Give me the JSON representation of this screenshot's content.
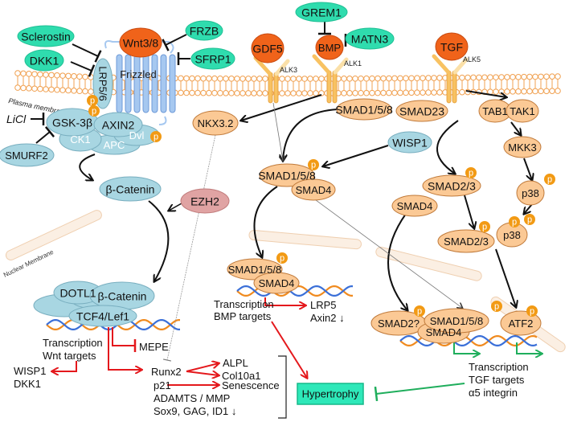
{
  "colors": {
    "inhibitor_teal": "#2fdcae",
    "ligand_orange": "#f0631a",
    "smad_peach": "#fbc995",
    "wnt_blue": "#a8d6e2",
    "ezh2_pink": "#e0a3a3",
    "phospho": "#f29a14",
    "receptor_yellow": "#f8c262",
    "frizzled_blue": "#a6c8f0",
    "red_arrow": "#e4181c",
    "green_arrow": "#1fae5c",
    "hypertrophy_box": "#2ee8b9"
  },
  "phospho_label": "p",
  "membranes": {
    "plasma": "Plasma membrane",
    "nuclear": "Nuclear Membrane"
  },
  "nodes": {
    "sclerostin": "Sclerostin",
    "dkk1": "DKK1",
    "wnt": "Wnt3/8",
    "frzb": "FRZB",
    "sfrp1": "SFRP1",
    "frizzled": "Frizzled",
    "lrp": "LRP5/6",
    "gsk": "GSK-3β",
    "axin2": "AXIN2",
    "ck1": "CK1",
    "apc": "APC",
    "dvl": "Dvl",
    "licl": "LiCl",
    "smurf2": "SMURF2",
    "bcat": "β-Catenin",
    "ezh2": "EZH2",
    "gdf5": "GDF5",
    "alk3": "ALK3",
    "grem1": "GREM1",
    "bmp": "BMP",
    "matn3": "MATN3",
    "alk1": "ALK1",
    "tgf": "TGF",
    "alk5": "ALK5",
    "nkx": "NKX3.2",
    "smad158_a": "SMAD1/5/8",
    "smad23_a": "SMAD23",
    "tab1": "TAB1",
    "tak1": "TAK1",
    "mkk3": "MKK3",
    "wisp1": "WISP1",
    "smad158_b": "SMAD1/5/8",
    "smad4_b": "SMAD4",
    "smad23_b": "SMAD2/3",
    "smad4_c": "SMAD4",
    "p38_a": "p38",
    "smad23_c": "SMAD2/3",
    "p38_b": "p38",
    "dotl1": "DOTL1",
    "bcat_n": "β-Catenin",
    "tcf": "TCF4/Lef1",
    "smad158_n": "SMAD1/5/8",
    "smad4_n": "SMAD4",
    "smad23_n": "SMAD2?",
    "smad4_n2": "SMAD4",
    "smad158_n2": "SMAD1/5/8",
    "atf2": "ATF2"
  },
  "texts": {
    "wnt_tx_1": "Transcription",
    "wnt_tx_2": "Wnt targets",
    "mepe": "MEPE",
    "wisp1_t": "WISP1",
    "dkk1_t": "DKK1",
    "runx2": "Runx2",
    "alpl": "ALPL",
    "col10a1": "Col10a1",
    "p21": "p21",
    "senescence": "Senescence",
    "adamts": "ADAMTS / MMP",
    "sox9": "Sox9, GAG, ID1 ↓",
    "bmp_tx_1": "Transcription",
    "bmp_tx_2": "BMP targets",
    "lrp5": "LRP5",
    "axin2_t": "Axin2 ↓",
    "tgf_tx_1": "Transcription",
    "tgf_tx_2": "TGF targets",
    "tgf_tx_3": "α5 integrin",
    "hypertrophy": "Hypertrophy"
  }
}
